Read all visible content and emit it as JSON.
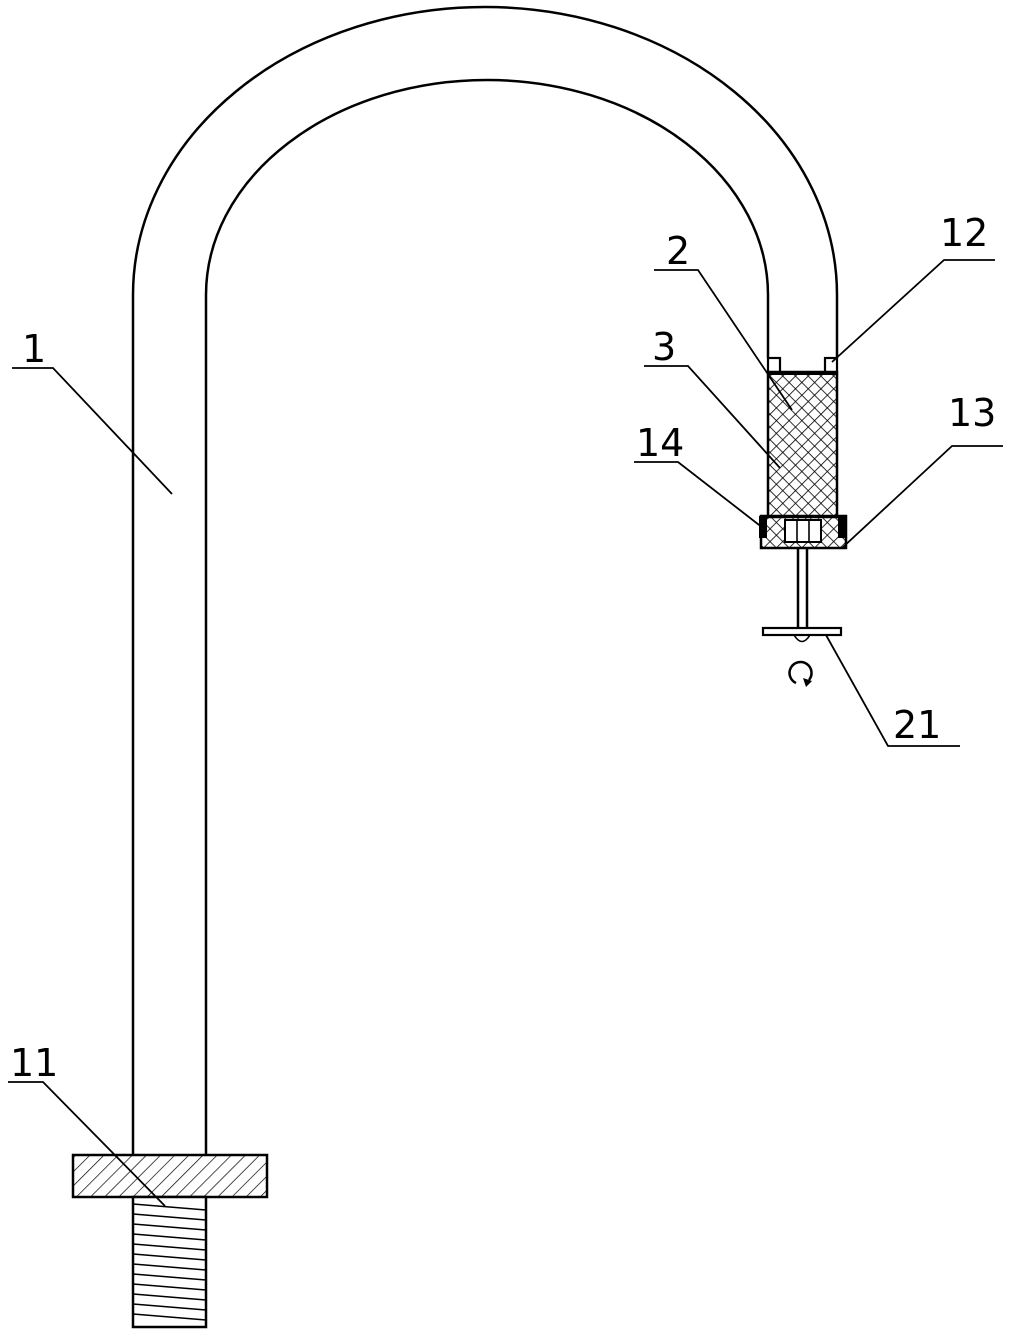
{
  "figure": {
    "labels": {
      "faucet_body": "1",
      "threaded_base": "11",
      "outlet_flange": "12",
      "outlet_cap": "13",
      "seal_ring": "14",
      "filter_holder": "2",
      "filter_core": "3",
      "spray_disc": "21"
    }
  }
}
